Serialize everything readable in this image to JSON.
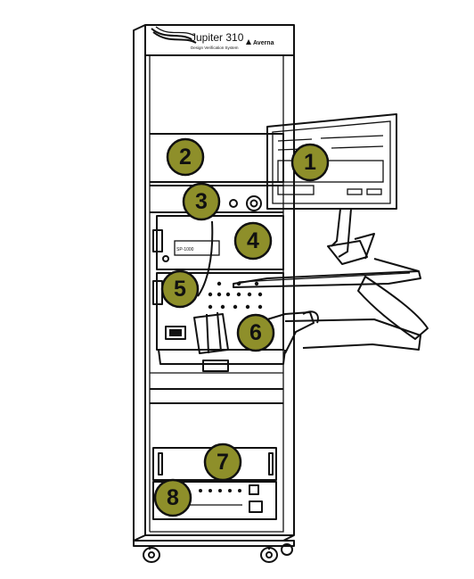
{
  "header": {
    "product_title": "Jupiter 310",
    "subtitle": "Design Verification System",
    "brand": "Averna"
  },
  "module_label": "SP-1000",
  "callouts": [
    {
      "number": "1"
    },
    {
      "number": "2"
    },
    {
      "number": "3"
    },
    {
      "number": "4"
    },
    {
      "number": "5"
    },
    {
      "number": "6"
    },
    {
      "number": "7"
    },
    {
      "number": "8"
    }
  ],
  "colors": {
    "callout_fill": "#8e8f2a",
    "line": "#111111",
    "background": "#ffffff"
  }
}
